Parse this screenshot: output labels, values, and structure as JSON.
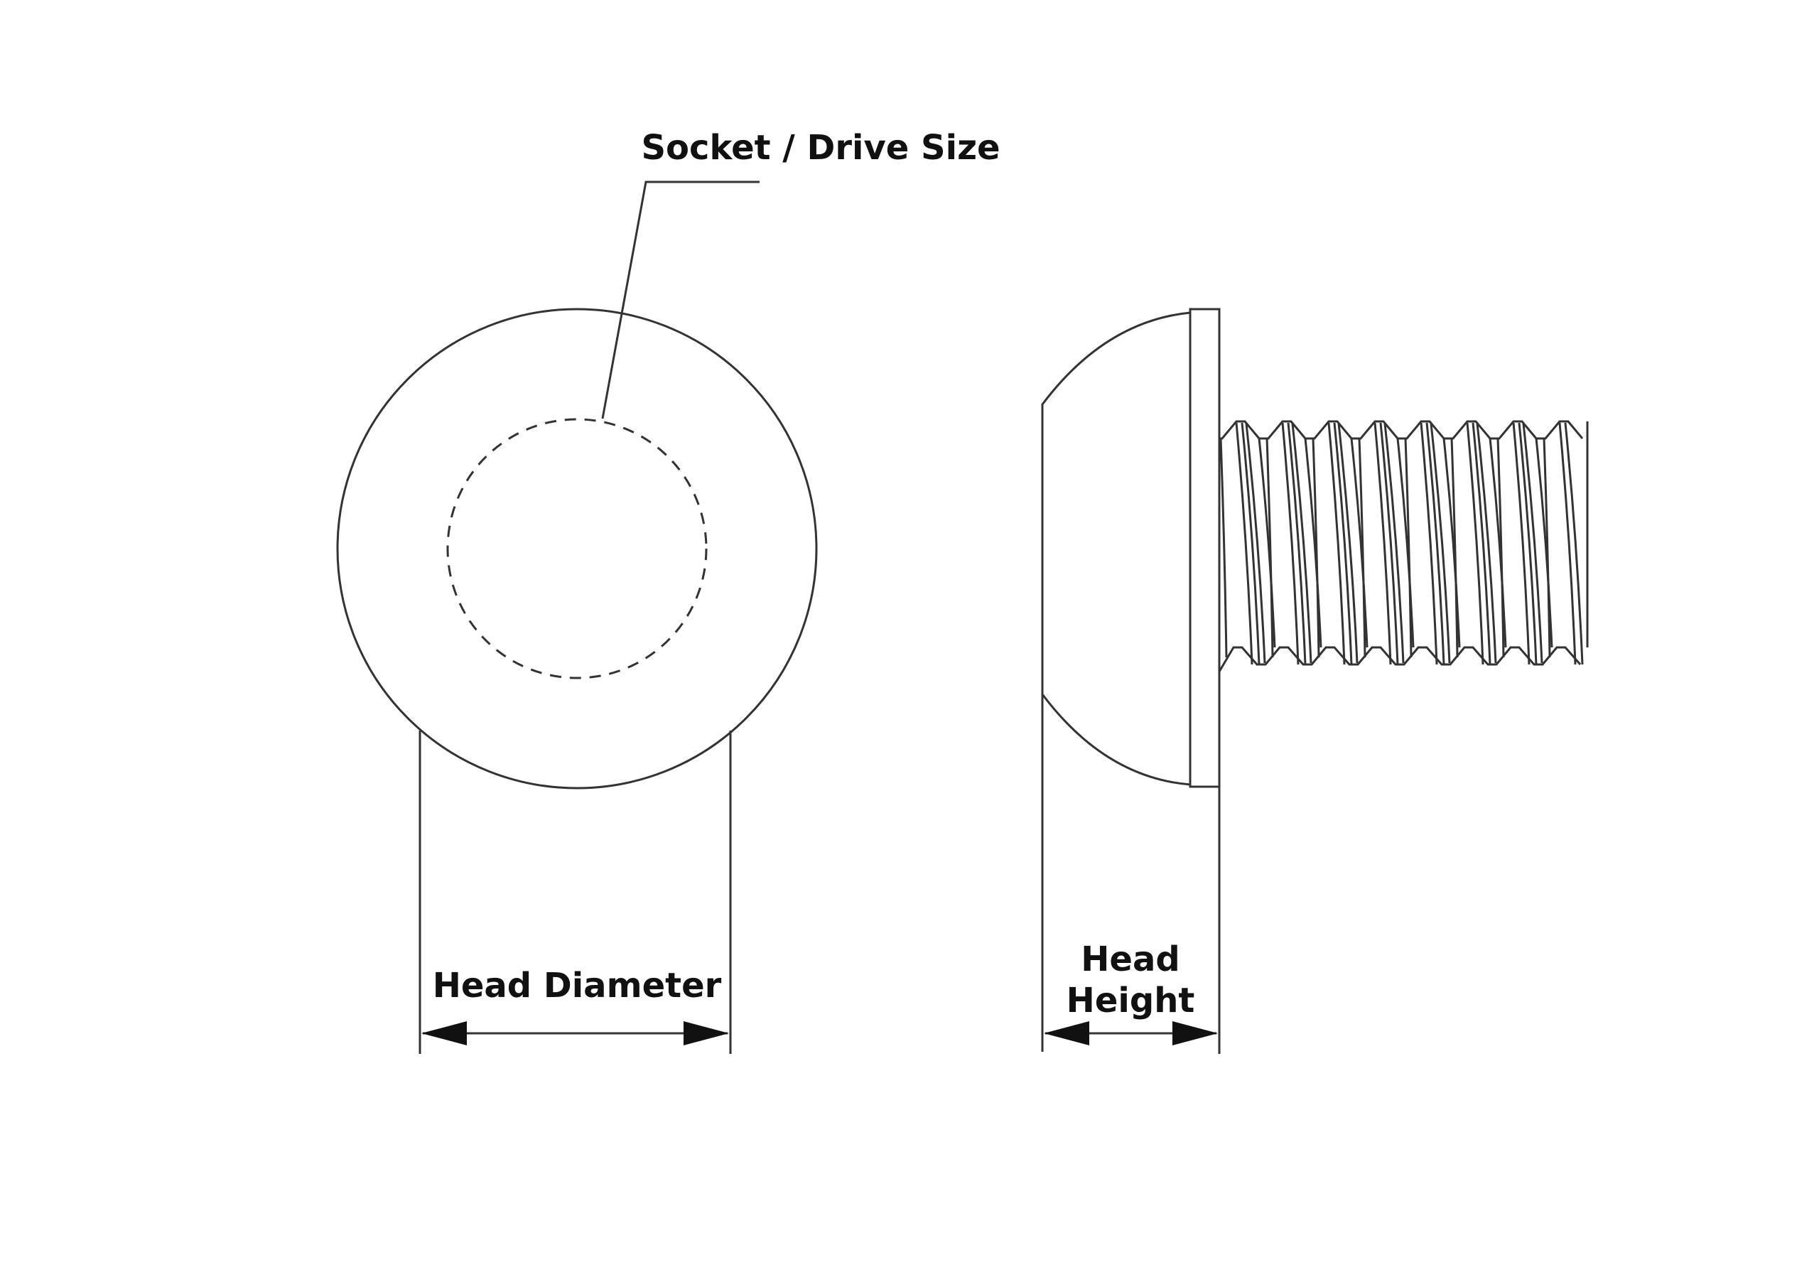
{
  "labels": {
    "socket_drive_size": "Socket / Drive Size",
    "head_diameter": "Head Diameter",
    "head_height_line1": "Head",
    "head_height_line2": "Height"
  },
  "colors": {
    "line": "#333333",
    "text": "#111111",
    "background": "#ffffff"
  }
}
